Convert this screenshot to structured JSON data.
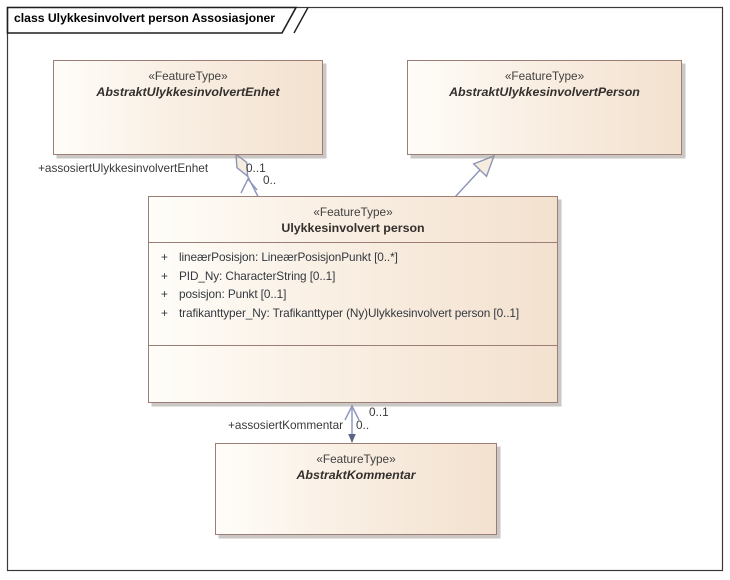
{
  "frame": {
    "title": "class Ulykkesinvolvert person Assosiasjoner"
  },
  "classes": [
    {
      "id": "abstrakt-ulykkesinvolvert-enhet",
      "stereotype": "«FeatureType»",
      "name": "AbstraktUlykkesinvolvertEnhet",
      "abstract": true
    },
    {
      "id": "abstrakt-ulykkesinvolvert-person",
      "stereotype": "«FeatureType»",
      "name": "AbstraktUlykkesinvolvertPerson",
      "abstract": true
    },
    {
      "id": "ulykkesinvolvert-person",
      "stereotype": "«FeatureType»",
      "name": "Ulykkesinvolvert person",
      "abstract": false,
      "attributes": [
        {
          "visibility": "+",
          "text": "lineærPosisjon: LineærPosisjonPunkt [0..*]"
        },
        {
          "visibility": "+",
          "text": "PID_Ny: CharacterString [0..1]"
        },
        {
          "visibility": "+",
          "text": "posisjon: Punkt [0..1]"
        },
        {
          "visibility": "+",
          "text": "trafikanttyper_Ny: Trafikanttyper (Ny)Ulykkesinvolvert person [0..1]"
        }
      ]
    },
    {
      "id": "abstrakt-kommentar",
      "stereotype": "«FeatureType»",
      "name": "AbstraktKommentar",
      "abstract": true
    }
  ],
  "associations": [
    {
      "type": "aggregation",
      "from": "ulykkesinvolvert-person",
      "to": "abstrakt-ulykkesinvolvert-enhet",
      "role_label": "+assosiertUlykkesinvolvertEnhet",
      "mult_target": "0..1",
      "mult_source": "0.."
    },
    {
      "type": "generalization",
      "from": "ulykkesinvolvert-person",
      "to": "abstrakt-ulykkesinvolvert-person"
    },
    {
      "type": "association",
      "from": "ulykkesinvolvert-person",
      "to": "abstrakt-kommentar",
      "role_label": "+assosiertKommentar",
      "mult_source": "0..",
      "mult_target": "0..1"
    }
  ],
  "colors": {
    "box_fill_left": "#fffdf9",
    "box_fill_right": "#f3e1cf",
    "box_border": "#9c7e76",
    "connector": "#8b95ba",
    "arrowhead_fill": "#f7eddf",
    "frame_border": "#3a3a3a"
  }
}
